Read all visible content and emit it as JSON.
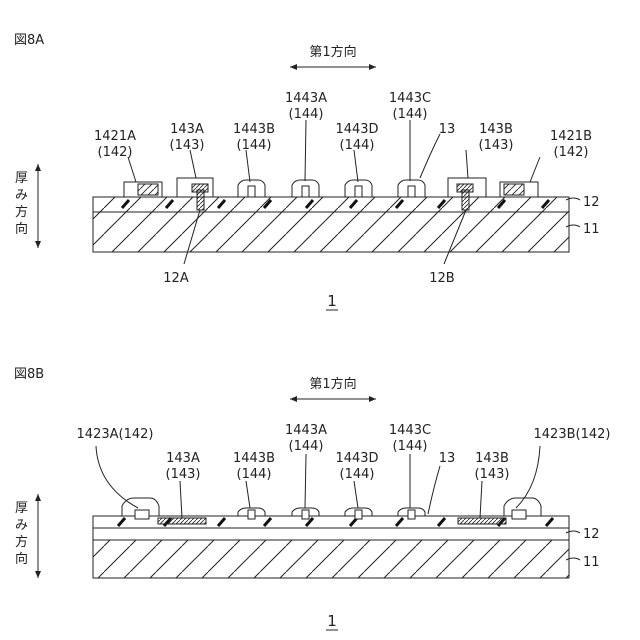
{
  "panels": [
    {
      "id": "a",
      "figure_label": "図8A",
      "direction_label": "第1方向",
      "thickness_label": [
        "厚",
        "み",
        "方",
        "向"
      ],
      "labels": {
        "l1421A": "1421A",
        "l1421A_sub": "(142)",
        "l143A": "143A",
        "l143A_sub": "(143)",
        "l1443B": "1443B",
        "l1443B_sub": "(144)",
        "l1443A": "1443A",
        "l1443A_sub": "(144)",
        "l1443D": "1443D",
        "l1443D_sub": "(144)",
        "l1443C": "1443C",
        "l1443C_sub": "(144)",
        "l13": "13",
        "l143B": "143B",
        "l143B_sub": "(143)",
        "l1421B": "1421B",
        "l1421B_sub": "(142)",
        "l12": "12",
        "l11": "11",
        "l12A": "12A",
        "l12B": "12B",
        "ref": "1"
      }
    },
    {
      "id": "b",
      "figure_label": "図8B",
      "direction_label": "第1方向",
      "thickness_label": [
        "厚",
        "み",
        "方",
        "向"
      ],
      "labels": {
        "l1423A": "1423A(142)",
        "l143A": "143A",
        "l143A_sub": "(143)",
        "l1443B": "1443B",
        "l1443B_sub": "(144)",
        "l1443A": "1443A",
        "l1443A_sub": "(144)",
        "l1443D": "1443D",
        "l1443D_sub": "(144)",
        "l1443C": "1443C",
        "l1443C_sub": "(144)",
        "l13": "13",
        "l143B": "143B",
        "l143B_sub": "(143)",
        "l1423B": "1423B(142)",
        "l12": "12",
        "l11": "11",
        "ref": "1"
      }
    }
  ]
}
